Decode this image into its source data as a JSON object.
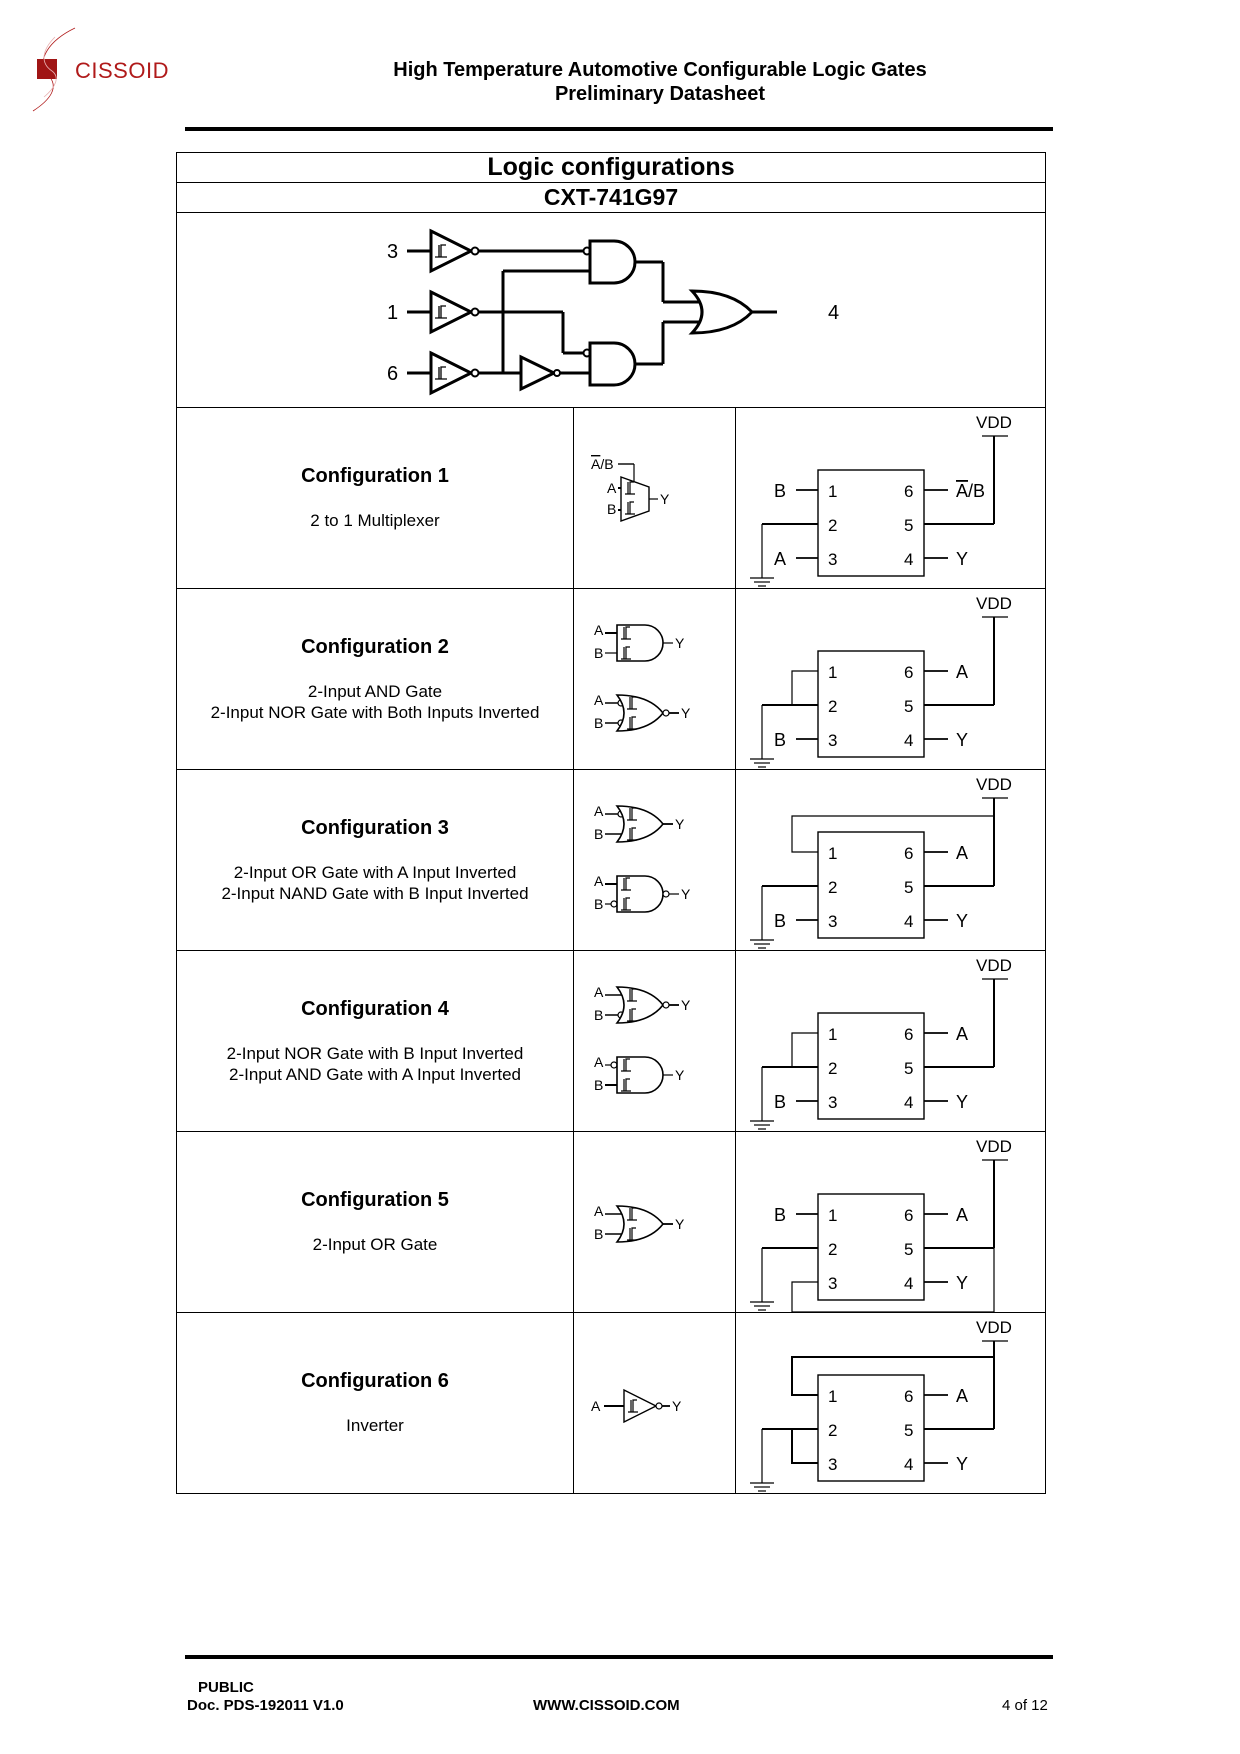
{
  "header": {
    "logo_text": "CISSOID",
    "brand_color": "#b01a1a",
    "title_line1": "High Temperature Automotive Configurable Logic Gates",
    "title_line2": "Preliminary Datasheet"
  },
  "table": {
    "title": "Logic configurations",
    "part_number": "CXT-741G97",
    "top_diagram": {
      "input_pins": [
        "3",
        "1",
        "6"
      ],
      "output_pin": "4"
    },
    "supply_label": "VDD",
    "pin_numbers_left": [
      "1",
      "2",
      "3"
    ],
    "pin_numbers_right": [
      "6",
      "5",
      "4"
    ],
    "configurations": [
      {
        "title": "Configuration 1",
        "descriptions": [
          "2 to 1 Multiplexer"
        ],
        "symbol_labels": {
          "sel": "A/B",
          "a": "A",
          "b": "B",
          "y": "Y"
        },
        "pin_labels": {
          "1": "B",
          "3": "A",
          "6": "A/B",
          "4": "Y"
        }
      },
      {
        "title": "Configuration 2",
        "descriptions": [
          "2-Input AND Gate",
          "2-Input NOR Gate with Both Inputs Inverted"
        ],
        "symbol_labels": {
          "a": "A",
          "b": "B",
          "y": "Y"
        },
        "pin_labels": {
          "3": "B",
          "6": "A",
          "4": "Y"
        }
      },
      {
        "title": "Configuration 3",
        "descriptions": [
          "2-Input OR Gate with A Input Inverted",
          "2-Input NAND Gate with B Input Inverted"
        ],
        "symbol_labels": {
          "a": "A",
          "b": "B",
          "y": "Y"
        },
        "pin_labels": {
          "3": "B",
          "6": "A",
          "4": "Y"
        }
      },
      {
        "title": "Configuration 4",
        "descriptions": [
          "2-Input NOR Gate with B Input Inverted",
          "2-Input AND Gate with A Input Inverted"
        ],
        "symbol_labels": {
          "a": "A",
          "b": "B",
          "y": "Y"
        },
        "pin_labels": {
          "3": "B",
          "6": "A",
          "4": "Y"
        }
      },
      {
        "title": "Configuration 5",
        "descriptions": [
          "2-Input OR Gate"
        ],
        "symbol_labels": {
          "a": "A",
          "b": "B",
          "y": "Y"
        },
        "pin_labels": {
          "1": "B",
          "6": "A",
          "4": "Y"
        }
      },
      {
        "title": "Configuration 6",
        "descriptions": [
          "Inverter"
        ],
        "symbol_labels": {
          "a": "A",
          "y": "Y"
        },
        "pin_labels": {
          "6": "A",
          "4": "Y"
        }
      }
    ]
  },
  "footer": {
    "classification": "PUBLIC",
    "doc_id": "Doc. PDS-192011  V1.0",
    "website": "WWW.CISSOID.COM",
    "page": "4 of 12"
  }
}
